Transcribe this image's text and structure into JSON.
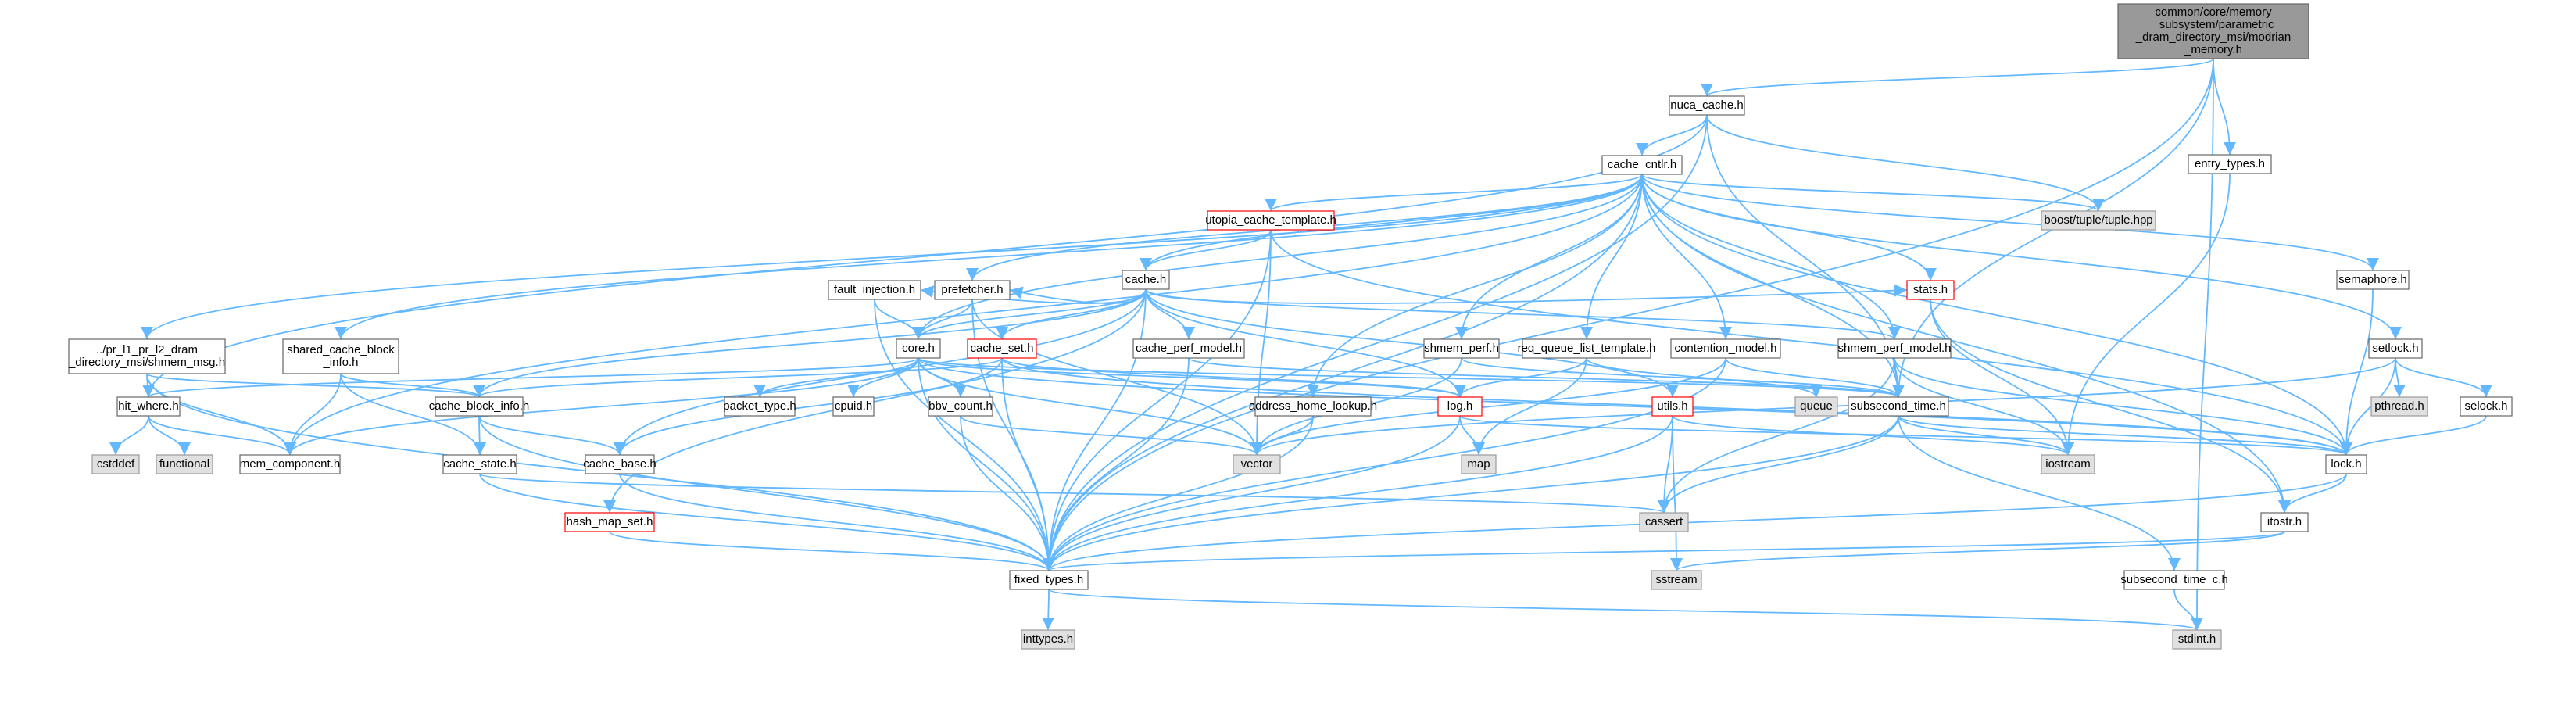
{
  "colors": {
    "edge": "#63b8ff",
    "node_fill": "#ffffff",
    "node_border": "#666666",
    "root_fill": "#999999",
    "external_fill": "#e0e0e0",
    "external_border": "#999999",
    "truncated_border": "#ff0000"
  },
  "nodes": [
    {
      "id": "root",
      "kind": "root",
      "lines": [
        "common/core/memory",
        "_subsystem/parametric",
        "_dram_directory_msi/modrian",
        "_memory.h"
      ]
    },
    {
      "id": "nuca_cache",
      "kind": "normal",
      "lines": [
        "nuca_cache.h"
      ]
    },
    {
      "id": "entry_types",
      "kind": "normal",
      "lines": [
        "entry_types.h"
      ]
    },
    {
      "id": "cache_cntlr",
      "kind": "normal",
      "lines": [
        "cache_cntlr.h"
      ]
    },
    {
      "id": "boost_tuple",
      "kind": "external",
      "lines": [
        "boost/tuple/tuple.hpp"
      ]
    },
    {
      "id": "utopia_cache_template",
      "kind": "truncated",
      "lines": [
        "utopia_cache_template.h"
      ]
    },
    {
      "id": "semaphore",
      "kind": "normal",
      "lines": [
        "semaphore.h"
      ]
    },
    {
      "id": "cache_h",
      "kind": "normal",
      "lines": [
        "cache.h"
      ]
    },
    {
      "id": "stats",
      "kind": "truncated",
      "lines": [
        "stats.h"
      ]
    },
    {
      "id": "shmem_msg",
      "kind": "normal",
      "lines": [
        "../pr_l1_pr_l2_dram",
        "_directory_msi/shmem_msg.h"
      ]
    },
    {
      "id": "shared_cache_block_info",
      "kind": "normal",
      "lines": [
        "shared_cache_block",
        "_info.h"
      ]
    },
    {
      "id": "fault_injection",
      "kind": "normal",
      "lines": [
        "fault_injection.h"
      ]
    },
    {
      "id": "prefetcher",
      "kind": "normal",
      "lines": [
        "prefetcher.h"
      ]
    },
    {
      "id": "core",
      "kind": "normal",
      "lines": [
        "core.h"
      ]
    },
    {
      "id": "cache_set",
      "kind": "truncated",
      "lines": [
        "cache_set.h"
      ]
    },
    {
      "id": "cache_perf_model",
      "kind": "normal",
      "lines": [
        "cache_perf_model.h"
      ]
    },
    {
      "id": "shmem_perf",
      "kind": "normal",
      "lines": [
        "shmem_perf.h"
      ]
    },
    {
      "id": "req_queue_list_template",
      "kind": "normal",
      "lines": [
        "req_queue_list_template.h"
      ]
    },
    {
      "id": "contention_model",
      "kind": "normal",
      "lines": [
        "contention_model.h"
      ]
    },
    {
      "id": "shmem_perf_model",
      "kind": "normal",
      "lines": [
        "shmem_perf_model.h"
      ]
    },
    {
      "id": "setlock",
      "kind": "normal",
      "lines": [
        "setlock.h"
      ]
    },
    {
      "id": "hit_where",
      "kind": "normal",
      "lines": [
        "hit_where.h"
      ]
    },
    {
      "id": "cache_block_info",
      "kind": "normal",
      "lines": [
        "cache_block_info.h"
      ]
    },
    {
      "id": "packet_type",
      "kind": "normal",
      "lines": [
        "packet_type.h"
      ]
    },
    {
      "id": "cpuid",
      "kind": "normal",
      "lines": [
        "cpuid.h"
      ]
    },
    {
      "id": "bbv_count",
      "kind": "normal",
      "lines": [
        "bbv_count.h"
      ]
    },
    {
      "id": "address_home_lookup",
      "kind": "normal",
      "lines": [
        "address_home_lookup.h"
      ]
    },
    {
      "id": "log",
      "kind": "truncated",
      "lines": [
        "log.h"
      ]
    },
    {
      "id": "utils",
      "kind": "truncated",
      "lines": [
        "utils.h"
      ]
    },
    {
      "id": "subsecond_time",
      "kind": "normal",
      "lines": [
        "subsecond_time.h"
      ]
    },
    {
      "id": "queue",
      "kind": "external",
      "lines": [
        "queue"
      ]
    },
    {
      "id": "pthread",
      "kind": "external",
      "lines": [
        "pthread.h"
      ]
    },
    {
      "id": "selock",
      "kind": "normal",
      "lines": [
        "selock.h"
      ]
    },
    {
      "id": "cstddef",
      "kind": "external",
      "lines": [
        "cstddef"
      ]
    },
    {
      "id": "functional",
      "kind": "external",
      "lines": [
        "functional"
      ]
    },
    {
      "id": "mem_component",
      "kind": "normal",
      "lines": [
        "mem_component.h"
      ]
    },
    {
      "id": "cache_state",
      "kind": "normal",
      "lines": [
        "cache_state.h"
      ]
    },
    {
      "id": "cache_base",
      "kind": "normal",
      "lines": [
        "cache_base.h"
      ]
    },
    {
      "id": "vector",
      "kind": "external",
      "lines": [
        "vector"
      ]
    },
    {
      "id": "map",
      "kind": "external",
      "lines": [
        "map"
      ]
    },
    {
      "id": "iostream",
      "kind": "external",
      "lines": [
        "iostream"
      ]
    },
    {
      "id": "lock",
      "kind": "normal",
      "lines": [
        "lock.h"
      ]
    },
    {
      "id": "hash_map_set",
      "kind": "truncated",
      "lines": [
        "hash_map_set.h"
      ]
    },
    {
      "id": "cassert",
      "kind": "external",
      "lines": [
        "cassert"
      ]
    },
    {
      "id": "itostr",
      "kind": "normal",
      "lines": [
        "itostr.h"
      ]
    },
    {
      "id": "fixed_types",
      "kind": "normal",
      "lines": [
        "fixed_types.h"
      ]
    },
    {
      "id": "sstream",
      "kind": "external",
      "lines": [
        "sstream"
      ]
    },
    {
      "id": "subsecond_time_c",
      "kind": "normal",
      "lines": [
        "subsecond_time_c.h"
      ]
    },
    {
      "id": "inttypes",
      "kind": "external",
      "lines": [
        "inttypes.h"
      ]
    },
    {
      "id": "stdint",
      "kind": "external",
      "lines": [
        "stdint.h"
      ]
    }
  ],
  "edges": [
    [
      "root",
      "nuca_cache"
    ],
    [
      "root",
      "entry_types"
    ],
    [
      "root",
      "subsecond_time"
    ],
    [
      "root",
      "fixed_types"
    ],
    [
      "root",
      "stdint"
    ],
    [
      "nuca_cache",
      "cache_cntlr"
    ],
    [
      "nuca_cache",
      "boost_tuple"
    ],
    [
      "nuca_cache",
      "hit_where"
    ],
    [
      "nuca_cache",
      "subsecond_time"
    ],
    [
      "nuca_cache",
      "fixed_types"
    ],
    [
      "entry_types",
      "iostream"
    ],
    [
      "cache_cntlr",
      "boost_tuple"
    ],
    [
      "cache_cntlr",
      "utopia_cache_template"
    ],
    [
      "cache_cntlr",
      "semaphore"
    ],
    [
      "cache_cntlr",
      "cache_h"
    ],
    [
      "cache_cntlr",
      "stats"
    ],
    [
      "cache_cntlr",
      "shmem_msg"
    ],
    [
      "cache_cntlr",
      "shared_cache_block_info"
    ],
    [
      "cache_cntlr",
      "prefetcher"
    ],
    [
      "cache_cntlr",
      "core"
    ],
    [
      "cache_cntlr",
      "shmem_perf"
    ],
    [
      "cache_cntlr",
      "req_queue_list_template"
    ],
    [
      "cache_cntlr",
      "contention_model"
    ],
    [
      "cache_cntlr",
      "shmem_perf_model"
    ],
    [
      "cache_cntlr",
      "setlock"
    ],
    [
      "cache_cntlr",
      "address_home_lookup"
    ],
    [
      "cache_cntlr",
      "subsecond_time"
    ],
    [
      "cache_cntlr",
      "lock"
    ],
    [
      "cache_cntlr",
      "mem_component"
    ],
    [
      "cache_cntlr",
      "fixed_types"
    ],
    [
      "cache_cntlr",
      "itostr"
    ],
    [
      "utopia_cache_template",
      "cache_h"
    ],
    [
      "utopia_cache_template",
      "vector"
    ],
    [
      "utopia_cache_template",
      "fixed_types"
    ],
    [
      "utopia_cache_template",
      "lock"
    ],
    [
      "semaphore",
      "lock"
    ],
    [
      "cache_h",
      "fault_injection"
    ],
    [
      "cache_h",
      "prefetcher"
    ],
    [
      "cache_h",
      "core"
    ],
    [
      "cache_h",
      "cache_set"
    ],
    [
      "cache_h",
      "cache_perf_model"
    ],
    [
      "cache_h",
      "shmem_perf_model"
    ],
    [
      "cache_h",
      "cache_block_info"
    ],
    [
      "cache_h",
      "cache_base"
    ],
    [
      "cache_h",
      "log"
    ],
    [
      "cache_h",
      "utils"
    ],
    [
      "cache_h",
      "hash_map_set"
    ],
    [
      "cache_h",
      "stats"
    ],
    [
      "cache_h",
      "fixed_types"
    ],
    [
      "stats",
      "iostream"
    ],
    [
      "stats",
      "itostr"
    ],
    [
      "shmem_msg",
      "hit_where"
    ],
    [
      "shmem_msg",
      "mem_component"
    ],
    [
      "shmem_msg",
      "cache_block_info"
    ],
    [
      "shmem_msg",
      "fixed_types"
    ],
    [
      "shared_cache_block_info",
      "cache_block_info"
    ],
    [
      "shared_cache_block_info",
      "cache_state"
    ],
    [
      "shared_cache_block_info",
      "mem_component"
    ],
    [
      "fault_injection",
      "core"
    ],
    [
      "fault_injection",
      "fixed_types"
    ],
    [
      "prefetcher",
      "core"
    ],
    [
      "prefetcher",
      "vector"
    ],
    [
      "prefetcher",
      "fixed_types"
    ],
    [
      "core",
      "hit_where"
    ],
    [
      "core",
      "mem_component"
    ],
    [
      "core",
      "packet_type"
    ],
    [
      "core",
      "cpuid"
    ],
    [
      "core",
      "bbv_count"
    ],
    [
      "core",
      "log"
    ],
    [
      "core",
      "subsecond_time"
    ],
    [
      "core",
      "lock"
    ],
    [
      "core",
      "vector"
    ],
    [
      "core",
      "fixed_types"
    ],
    [
      "cache_set",
      "cache_base"
    ],
    [
      "cache_set",
      "cache_block_info"
    ],
    [
      "cache_set",
      "fixed_types"
    ],
    [
      "cache_set",
      "lock"
    ],
    [
      "cache_set",
      "log"
    ],
    [
      "cache_perf_model",
      "subsecond_time"
    ],
    [
      "cache_perf_model",
      "fixed_types"
    ],
    [
      "shmem_perf",
      "subsecond_time"
    ],
    [
      "shmem_perf",
      "vector"
    ],
    [
      "req_queue_list_template",
      "log"
    ],
    [
      "req_queue_list_template",
      "map"
    ],
    [
      "req_queue_list_template",
      "queue"
    ],
    [
      "contention_model",
      "subsecond_time"
    ],
    [
      "contention_model",
      "vector"
    ],
    [
      "contention_model",
      "fixed_types"
    ],
    [
      "shmem_perf_model",
      "subsecond_time"
    ],
    [
      "shmem_perf_model",
      "lock"
    ],
    [
      "shmem_perf_model",
      "iostream"
    ],
    [
      "shmem_perf_model",
      "cassert"
    ],
    [
      "setlock",
      "pthread"
    ],
    [
      "setlock",
      "selock"
    ],
    [
      "setlock",
      "lock"
    ],
    [
      "setlock",
      "vector"
    ],
    [
      "selock",
      "lock"
    ],
    [
      "hit_where",
      "cstddef"
    ],
    [
      "hit_where",
      "functional"
    ],
    [
      "hit_where",
      "mem_component"
    ],
    [
      "cache_block_info",
      "cache_state"
    ],
    [
      "cache_block_info",
      "cache_base"
    ],
    [
      "cache_block_info",
      "fixed_types"
    ],
    [
      "cache_state",
      "cassert"
    ],
    [
      "cache_state",
      "fixed_types"
    ],
    [
      "cache_base",
      "fixed_types"
    ],
    [
      "bbv_count",
      "vector"
    ],
    [
      "bbv_count",
      "fixed_types"
    ],
    [
      "address_home_lookup",
      "vector"
    ],
    [
      "address_home_lookup",
      "fixed_types"
    ],
    [
      "log",
      "map"
    ],
    [
      "log",
      "lock"
    ],
    [
      "log",
      "fixed_types"
    ],
    [
      "utils",
      "sstream"
    ],
    [
      "utils",
      "iostream"
    ],
    [
      "utils",
      "fixed_types"
    ],
    [
      "utils",
      "cassert"
    ],
    [
      "subsecond_time",
      "iostream"
    ],
    [
      "subsecond_time",
      "fixed_types"
    ],
    [
      "subsecond_time",
      "subsecond_time_c"
    ],
    [
      "subsecond_time",
      "lock"
    ],
    [
      "subsecond_time",
      "cassert"
    ],
    [
      "lock",
      "itostr"
    ],
    [
      "lock",
      "fixed_types"
    ],
    [
      "itostr",
      "sstream"
    ],
    [
      "itostr",
      "fixed_types"
    ],
    [
      "hash_map_set",
      "fixed_types"
    ],
    [
      "fixed_types",
      "inttypes"
    ],
    [
      "fixed_types",
      "stdint"
    ],
    [
      "subsecond_time_c",
      "stdint"
    ]
  ]
}
